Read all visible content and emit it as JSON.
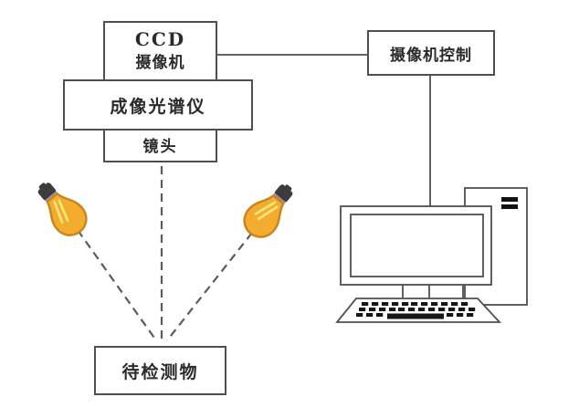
{
  "diagram": {
    "nodes": {
      "ccd_camera": {
        "line1": "CCD",
        "line2": "摄像机"
      },
      "imaging_spectrometer": {
        "label": "成像光谱仪"
      },
      "lens": {
        "label": "镜头"
      },
      "camera_control": {
        "label": "摄像机控制"
      },
      "object_under_test": {
        "label": "待检测物"
      }
    },
    "icons": {
      "left_light_source": "light-bulb-icon",
      "right_light_source": "light-bulb-icon",
      "workstation": "desktop-computer-icon"
    },
    "colors": {
      "line": "#4f4f4f",
      "text": "#2b2b2b",
      "background": "#ffffff",
      "bulb_body": "#f3ac2e",
      "bulb_outline": "#c8851d",
      "bulb_highlight": "#efe97c",
      "bulb_cap": "#3e3a3e",
      "bulb_cap_band": "#9d8fb0",
      "key_black": "#161616"
    }
  }
}
